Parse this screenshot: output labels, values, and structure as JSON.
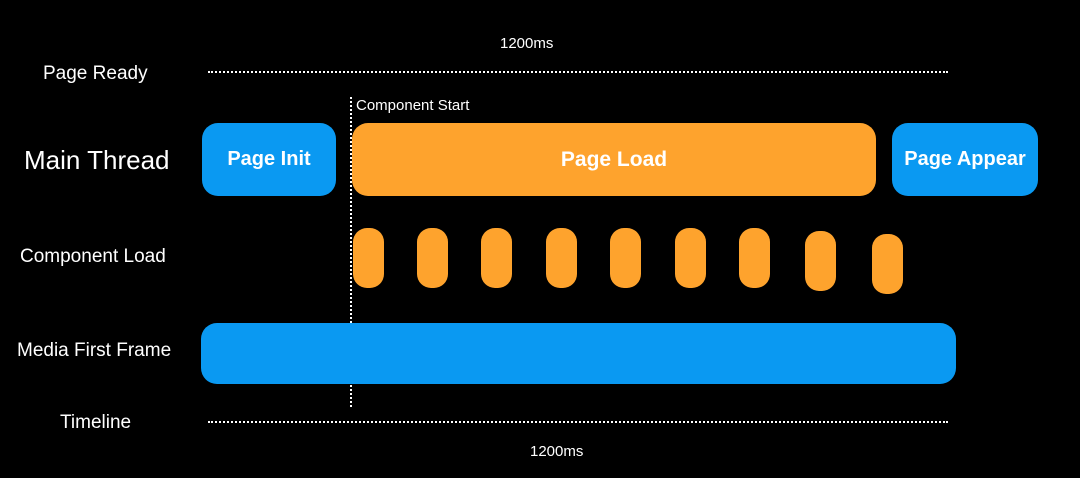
{
  "labels": {
    "page_ready": "Page Ready",
    "main_thread": "Main Thread",
    "component_load": "Component Load",
    "media_first_frame": "Media First Frame",
    "timeline": "Timeline"
  },
  "top_duration": "1200ms",
  "bottom_duration": "1200ms",
  "marker": {
    "label": "Component Start"
  },
  "main_thread": {
    "page_init": "Page Init",
    "page_load": "Page Load",
    "page_appear": "Page Appear"
  },
  "component_load": {
    "count": 9
  },
  "colors": {
    "background": "#000000",
    "blue": "#0a99f2",
    "orange": "#fea32d",
    "text": "#ffffff"
  }
}
